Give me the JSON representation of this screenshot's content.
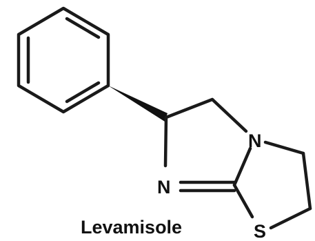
{
  "compound": {
    "name": "Levamisole"
  },
  "atoms": {
    "n_amine": "N",
    "n_imine": "N",
    "sulfur": "S"
  },
  "colors": {
    "ink": "#111111",
    "background": "#ffffff"
  }
}
